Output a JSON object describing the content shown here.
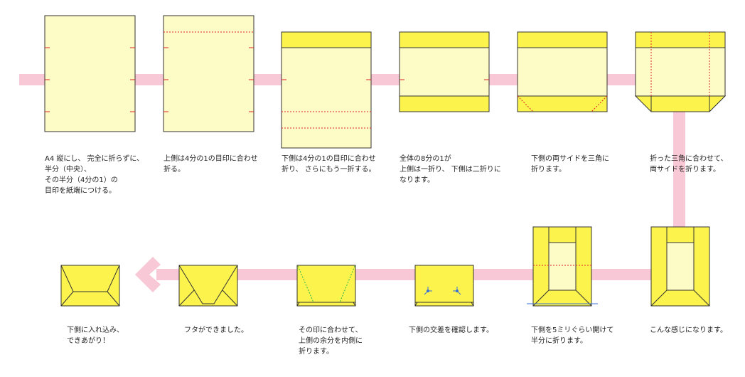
{
  "title": "Envelope folding steps",
  "colors": {
    "paper_light": "#fdfbc6",
    "paper_fold": "#fcf44c",
    "flow_band": "#f8c8d6",
    "guide_red": "#e0262a",
    "guide_green": "#2fb24a",
    "mark_blue": "#3a6fd8"
  },
  "steps": [
    {
      "caption": "A4 縦にし、 完全に折らずに、\n半分（中央）、\nその半分（4分の1）の\n目印を紙端につける。"
    },
    {
      "caption": "上側は4分の1の目印に合わせ\n折る。"
    },
    {
      "caption": "下側は4分の1の目印に合わせ\n折り、 さらにもう一折する。"
    },
    {
      "caption": "全体の8分の1が\n上側は一折り、 下側は二折りに\nなります。"
    },
    {
      "caption": "下側の両サイドを三角に\n折ります。"
    },
    {
      "caption": "折った三角に合わせて、\n両サイドを折ります。"
    },
    {
      "caption": "こんな感じになります。"
    },
    {
      "caption": "下側を5ミリぐらい開けて\n半分に折ります。"
    },
    {
      "caption": "下側の交差を確認します。"
    },
    {
      "caption": "その印に合わせて、\n上側の余分を内側に\n折ります。"
    },
    {
      "caption": "フタができました。"
    },
    {
      "caption": "下側に入れ込み、\nできあがり！"
    }
  ]
}
